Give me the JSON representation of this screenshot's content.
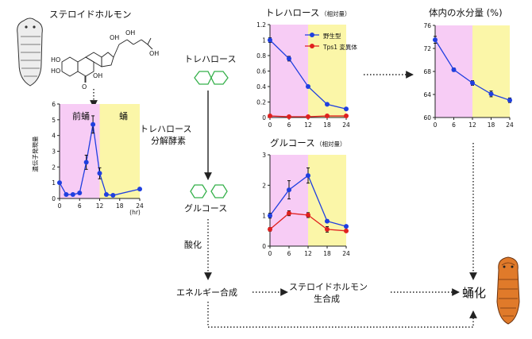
{
  "labels": {
    "steroid_hormone": "ステロイドホルモン",
    "trehalose": "トレハロース",
    "trehalose_enzyme_line1": "トレハロース",
    "trehalose_enzyme_line2": "分解酵素",
    "glucose": "グルコース",
    "oxidation": "酸化",
    "energy_synthesis": "エネルギー合成",
    "steroid_synth_line1": "ステロイドホルモン",
    "steroid_synth_line2": "生合成",
    "pupation": "蛹化"
  },
  "chart_gene": {
    "ylabel": "遺伝子発現量",
    "xunit": "(hr)",
    "phase_prepupa": "前蛹",
    "phase_pupa": "蛹",
    "x_ticks": [
      "0",
      "6",
      "12",
      "18",
      "24"
    ],
    "y_ticks": [
      "0",
      "1",
      "2",
      "3",
      "4",
      "5",
      "6"
    ]
  },
  "chart_trehalose": {
    "title": "トレハロース",
    "title_suffix": "（相対量）",
    "x_ticks": [
      "0",
      "6",
      "12",
      "18",
      "24"
    ],
    "y_ticks": [
      "0",
      "0.2",
      "0.4",
      "0.6",
      "0.8",
      "1",
      "1.2"
    ],
    "legend_wt": "野生型",
    "legend_mut": "Tps1 変異体"
  },
  "chart_glucose": {
    "title": "グルコース",
    "title_suffix": "（相対量）",
    "x_ticks": [
      "0",
      "6",
      "12",
      "18",
      "24"
    ],
    "y_ticks": [
      "0",
      "1",
      "2",
      "3"
    ]
  },
  "chart_water": {
    "title": "体内の水分量 (%)",
    "x_ticks": [
      "0",
      "6",
      "12",
      "18",
      "24"
    ],
    "y_ticks": [
      "60",
      "64",
      "68",
      "72",
      "76"
    ]
  },
  "chart_data": [
    {
      "type": "line",
      "xlabel": "(hr)",
      "ylabel": "遺伝子発現量",
      "xlim": [
        0,
        24
      ],
      "ylim": [
        0,
        6
      ],
      "x": [
        0,
        2,
        4,
        6,
        8,
        10,
        12,
        14,
        16,
        24
      ],
      "series": [
        {
          "values": [
            1.0,
            0.25,
            0.25,
            0.35,
            2.3,
            4.7,
            1.6,
            0.25,
            0.2,
            0.6
          ],
          "color": "#1f3fe0"
        }
      ]
    },
    {
      "type": "line",
      "title": "トレハロース",
      "xlim": [
        0,
        24
      ],
      "ylim": [
        0,
        1.2
      ],
      "x": [
        0,
        6,
        12,
        18,
        24
      ],
      "series": [
        {
          "name": "野生型",
          "values": [
            1.0,
            0.76,
            0.4,
            0.17,
            0.11
          ],
          "color": "#1f3fe0"
        },
        {
          "name": "Tps1 変異体",
          "values": [
            0.02,
            0.01,
            0.01,
            0.02,
            0.02
          ],
          "color": "#e0201f"
        }
      ]
    },
    {
      "type": "line",
      "title": "グルコース",
      "xlim": [
        0,
        24
      ],
      "ylim": [
        0,
        3
      ],
      "x": [
        0,
        6,
        12,
        18,
        24
      ],
      "series": [
        {
          "name": "野生型",
          "values": [
            1.0,
            1.85,
            2.32,
            0.82,
            0.65
          ],
          "color": "#1f3fe0"
        },
        {
          "name": "Tps1 変異体",
          "values": [
            0.55,
            1.08,
            1.02,
            0.55,
            0.5
          ],
          "color": "#e0201f"
        }
      ]
    },
    {
      "type": "line",
      "title": "体内の水分量 (%)",
      "xlim": [
        0,
        24
      ],
      "ylim": [
        60,
        76
      ],
      "x": [
        0,
        6,
        12,
        18,
        24
      ],
      "series": [
        {
          "values": [
            73.5,
            68.3,
            66.0,
            64.1,
            63.0
          ],
          "color": "#1f3fe0"
        }
      ]
    }
  ],
  "colors": {
    "wt": "#1f3fe0",
    "mut": "#e0201f",
    "pink": "#f7ccf5",
    "yellow": "#fbf6a8",
    "hexagon": "#35b04a"
  }
}
